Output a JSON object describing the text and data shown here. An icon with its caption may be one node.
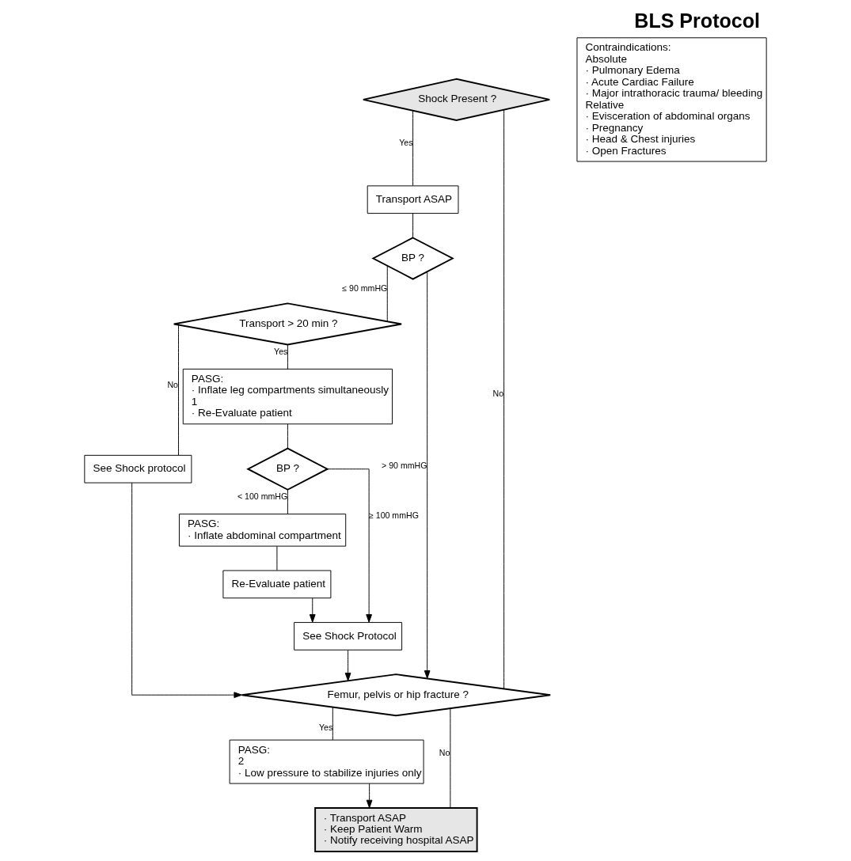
{
  "diagram": {
    "title": "BLS Protocol",
    "nodes": [
      {
        "text": [
          "Shock Present ?"
        ]
      },
      {
        "text": [
          "Transport ASAP"
        ]
      },
      {
        "text": [
          "BP ?"
        ]
      },
      {
        "text": [
          "Transport > 20 min ?"
        ]
      },
      {
        "text": [
          "See Shock protocol"
        ]
      },
      {
        "text": [
          "PASG:",
          "· Inflate leg compartments simultaneously",
          "1",
          "· Re-Evaluate patient"
        ]
      },
      {
        "text": [
          "BP ?"
        ]
      },
      {
        "text": [
          "PASG:",
          "· Inflate abdominal compartment"
        ]
      },
      {
        "text": [
          "Re-Evaluate patient"
        ]
      },
      {
        "text": [
          "See Shock Protocol"
        ]
      },
      {
        "text": [
          "Femur, pelvis or hip fracture ?"
        ]
      },
      {
        "text": [
          "PASG:",
          "2",
          "· Low pressure to stabilize injuries only"
        ]
      },
      {
        "text": [
          "· Transport ASAP",
          "· Keep Patient Warm",
          "· Notify receiving hospital ASAP"
        ]
      },
      {
        "text": [
          "Contraindications:",
          "Absolute",
          "· Pulmonary Edema",
          "· Acute Cardiac Failure",
          "· Major intrathoracic trauma/ bleeding",
          "Relative",
          "· Evisceration of abdominal organs",
          "· Pregnancy",
          "· Head & Chest injuries",
          "· Open Fractures"
        ]
      }
    ],
    "edges": [
      {
        "from": 0,
        "to": 1,
        "arrow": "none",
        "label": "Yes"
      },
      {
        "from": 1,
        "to": 2,
        "arrow": "none"
      },
      {
        "from": 2,
        "to": 3,
        "arrow": "none",
        "label": "≤ 90 mmHG"
      },
      {
        "from": 3,
        "to": 5,
        "arrow": "none",
        "label": "Yes"
      },
      {
        "from": 3,
        "to": 4,
        "arrow": "none",
        "label": "No"
      },
      {
        "from": 0,
        "to": 10,
        "arrow": "none",
        "label": "No"
      },
      {
        "from": 2,
        "to": 10,
        "arrow": "to",
        "label": "> 90 mmHG"
      },
      {
        "from": 4,
        "to": 10,
        "arrow": "to"
      },
      {
        "from": 5,
        "to": 6,
        "arrow": "none"
      },
      {
        "from": 6,
        "to": 7,
        "arrow": "none",
        "label": "< 100 mmHG"
      },
      {
        "from": 7,
        "to": 8,
        "arrow": "none"
      },
      {
        "from": 6,
        "to": 9,
        "arrow": "to",
        "label": "≥ 100 mmHG"
      },
      {
        "from": 8,
        "to": 9,
        "arrow": "to"
      },
      {
        "from": 9,
        "to": 10,
        "arrow": "to"
      },
      {
        "from": 10,
        "to": 11,
        "arrow": "none",
        "label": "Yes"
      },
      {
        "from": 10,
        "to": 12,
        "arrow": "none",
        "label": "No"
      },
      {
        "from": 11,
        "to": 12,
        "arrow": "to"
      }
    ]
  }
}
